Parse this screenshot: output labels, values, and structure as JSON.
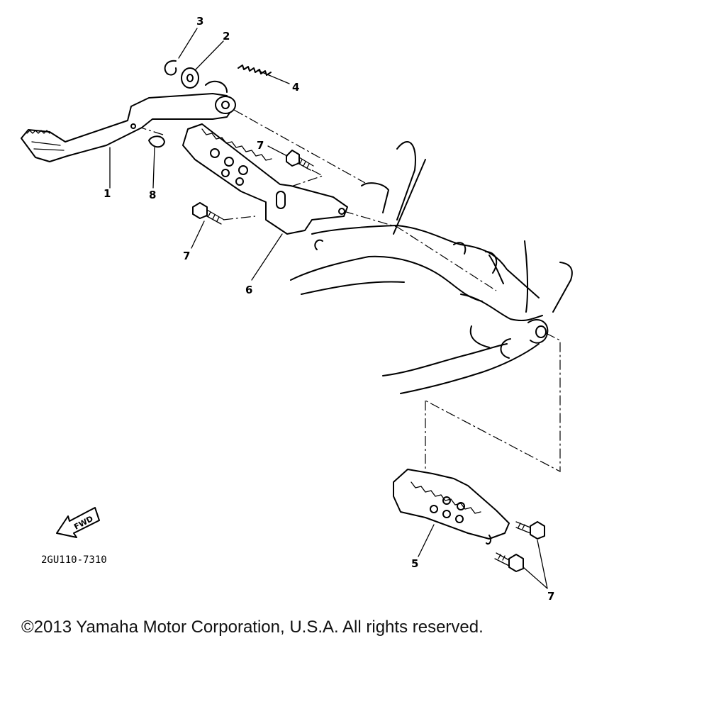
{
  "diagram": {
    "callouts": [
      {
        "id": "c1",
        "label": "1"
      },
      {
        "id": "c2",
        "label": "2"
      },
      {
        "id": "c3",
        "label": "3"
      },
      {
        "id": "c4",
        "label": "4"
      },
      {
        "id": "c5",
        "label": "5"
      },
      {
        "id": "c6",
        "label": "6"
      },
      {
        "id": "c7a",
        "label": "7"
      },
      {
        "id": "c7b",
        "label": "7"
      },
      {
        "id": "c7c",
        "label": "7"
      },
      {
        "id": "c8",
        "label": "8"
      }
    ],
    "fwd_label": "FWD",
    "part_code": "2GU110-7310"
  },
  "footer": {
    "copyright": "©2013 Yamaha Motor Corporation, U.S.A. All rights reserved."
  }
}
